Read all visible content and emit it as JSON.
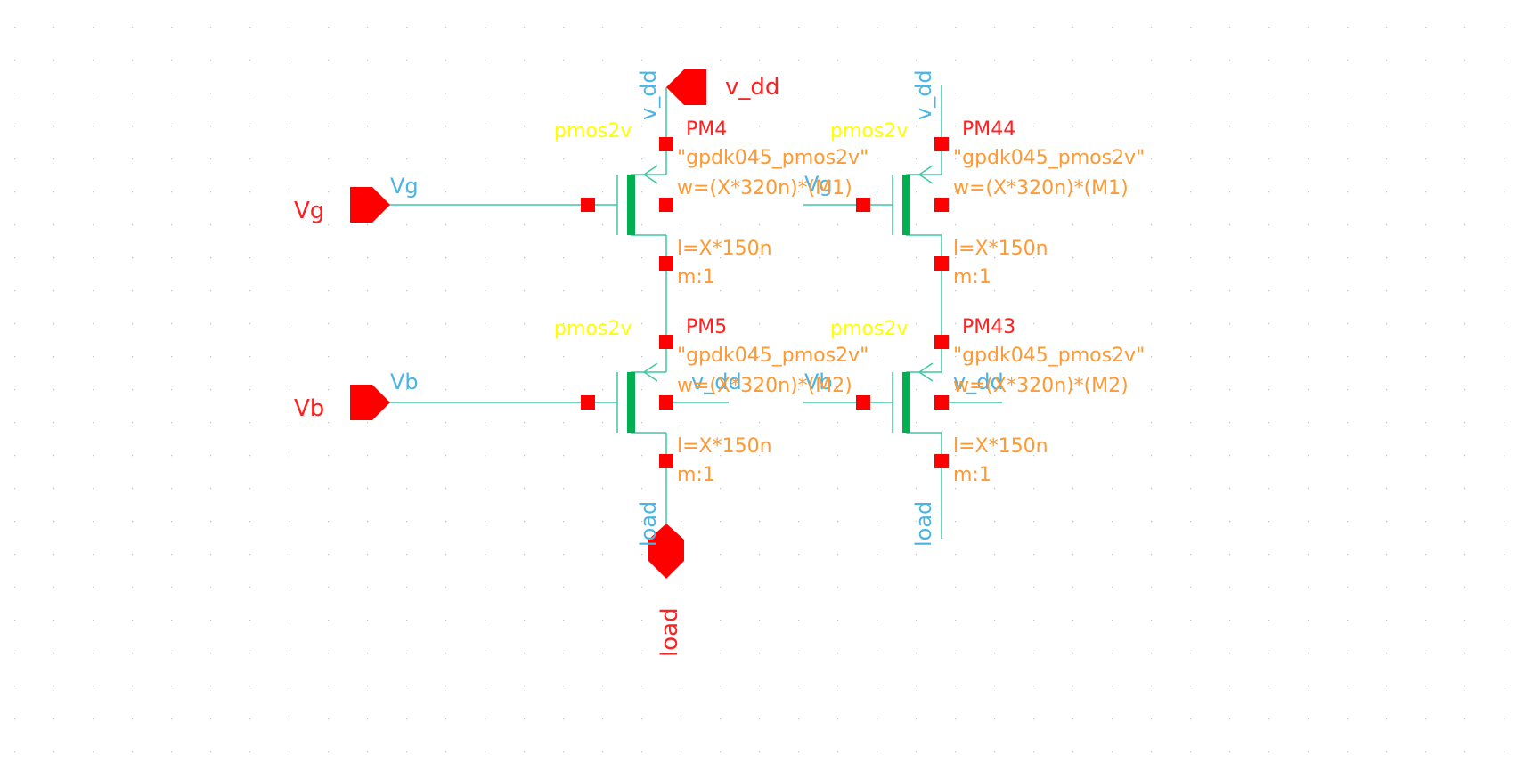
{
  "colors": {
    "wire": "#3cc8a0",
    "pin": "#ff0000",
    "body": "#00b050",
    "net_label": "#4ab4e6",
    "inst_name": "#ff2020",
    "cell_name": "#ffff00",
    "param": "#ff9933",
    "grid_dot": "#c0c0c0"
  },
  "pins": {
    "vdd": "v_dd",
    "vg": "Vg",
    "vb": "Vb",
    "load": "load"
  },
  "wire_labels": {
    "vdd_left": "v_dd",
    "vdd_right": "v_dd",
    "vg": "Vg",
    "vb": "Vb",
    "load_left": "load",
    "load_right": "load",
    "vg_right": "Vg",
    "vb_right": "Vb",
    "bulk_pm5": "v_dd",
    "bulk_pm43": "v_dd"
  },
  "transistors": {
    "pm4": {
      "inst": "PM4",
      "cell": "pmos2v",
      "model": "\"gpdk045_pmos2v\"",
      "w": "w=(X*320n)*(M1)",
      "l": "l=X*150n",
      "m": "m:1"
    },
    "pm44": {
      "inst": "PM44",
      "cell": "pmos2v",
      "model": "\"gpdk045_pmos2v\"",
      "w": "w=(X*320n)*(M1)",
      "l": "l=X*150n",
      "m": "m:1"
    },
    "pm5": {
      "inst": "PM5",
      "cell": "pmos2v",
      "model": "\"gpdk045_pmos2v\"",
      "w": "w=(X*320n)*(M2)",
      "l": "l=X*150n",
      "m": "m:1"
    },
    "pm43": {
      "inst": "PM43",
      "cell": "pmos2v",
      "model": "\"gpdk045_pmos2v\"",
      "w": "w=(X*320n)*(M2)",
      "l": "l=X*150n",
      "m": "m:1"
    }
  }
}
